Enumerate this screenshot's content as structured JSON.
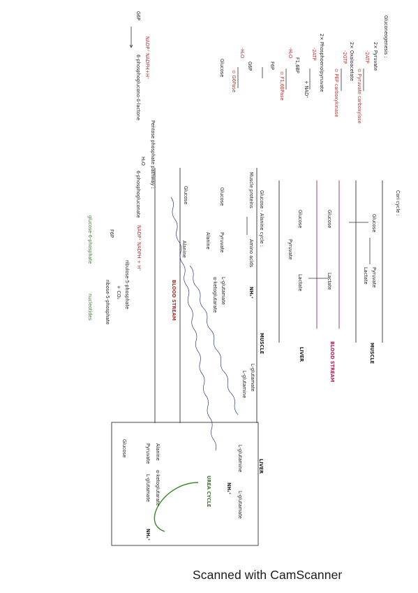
{
  "gluconeogenesis": {
    "title": "Gluconeogenesis :",
    "pyruvate": "2× Pyruvate",
    "atp1": "-2ATP",
    "enzyme1": "⊙ Pyruvate carboxylase",
    "oxaloacetate": "2× Oxaloacetate",
    "gtp": "-2GTP",
    "enzyme2": "⊙ PEP carboxykinase",
    "phosphoenolpyruvate": "2× Phosphoenolpyruvate",
    "atp2": "-2ATP",
    "nad": "+ NAD⁺",
    "f16bp": "F1,6BP",
    "h2o1": "-H₂O",
    "enzyme3": "⊙ F1,6BPase",
    "f6p": "F6P",
    "g6p": "G6P",
    "h2o2": "-H₂O",
    "enzyme4": "⊙ G6Pase",
    "glucose": "Glucose"
  },
  "pentose": {
    "title": "Pentose phosphate pathway :",
    "cofactor": "NADP⁺ NADPH+H⁺",
    "h2o": "H₂O",
    "g6p": "G6P",
    "lactone": "6-phosphoglucono-δ-lactone",
    "gluconate": "6-phosphogluconate",
    "cofactor2": "NADP⁺ NADPH + H⁺",
    "ribulose": "ribulose-5-phosphate",
    "co2": "+ CO₂",
    "f6p": "F6P",
    "ribose": "ribose-5-phosphate",
    "glucose6p": "glucose-6-phosphate",
    "nucleotides": "nucleotides"
  },
  "cori": {
    "title": "Cori cycle :",
    "glucose_top": "Glucose",
    "pyruvate_top": "Pyruvate",
    "lactate_top": "Lactate",
    "glucose_mid": "Glucose",
    "lactate_mid": "Lactate",
    "glucose_bottom": "Glucose",
    "pyruvate_bottom": "Pyruvate",
    "lactate_bottom": "Lactate",
    "muscle": "MUSCLE",
    "blood": "BLOOD STREAM",
    "liver": "LIVER"
  },
  "alanine": {
    "title": "Glucose - Alanine cycle :",
    "muscle_proteins": "Muscle proteins",
    "amino_acids": "Amino acids",
    "nh4": "NH₄⁺",
    "glucose": "Glucose",
    "pyruvate": "Pyruvate",
    "alanine": "Alanine",
    "l_glutamate": "L-glutamate",
    "alpha_kg": "α-ketoglutarate",
    "alanine_blood": "Alanine",
    "glucose_blood": "Glucose",
    "blood_label": "BLOOD STREAM",
    "muscle_label": "MUSCLE",
    "l_glutamate2": "L-glutamate",
    "l_glutamine": "L-glutamine"
  },
  "liver": {
    "label": "LIVER",
    "l_glutamine": "L-glutamine",
    "l_glutamate": "L-glutamate",
    "nh4": "NH₄⁺",
    "urea": "UREA CYCLE",
    "alanine": "Alanine",
    "alpha_kg": "α-ketoglutarate",
    "pyruvate": "Pyruvate",
    "l_glutamate2": "L-glutamate",
    "nh4_2": "NH₄⁺",
    "glucose": "Glucose"
  },
  "footer": "Scanned with CamScanner"
}
